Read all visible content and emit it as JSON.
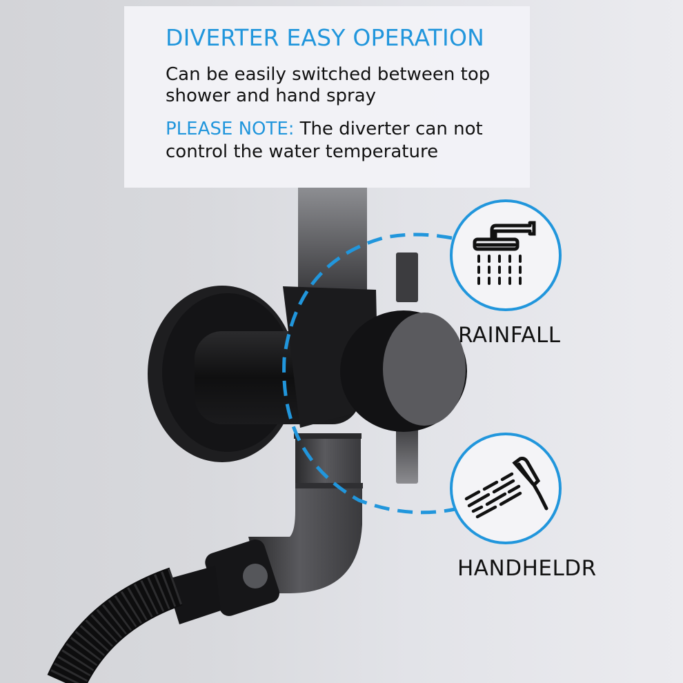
{
  "panel": {
    "headline": "DIVERTER EASY OPERATION",
    "description": "Can be easily switched between top shower and hand spray",
    "note_label": "PLEASE NOTE:",
    "note_text": "The diverter can not control the water temperature"
  },
  "features": [
    {
      "label": "RAINFALL",
      "icon": "rainfall-shower-head-icon"
    },
    {
      "label": "HANDHELDR",
      "icon": "handheld-shower-icon"
    }
  ],
  "colors": {
    "accent": "#2196dc",
    "text": "#111111",
    "background": "#dcdde1",
    "panel": "#f3f3f7",
    "fixture": "#151516"
  }
}
